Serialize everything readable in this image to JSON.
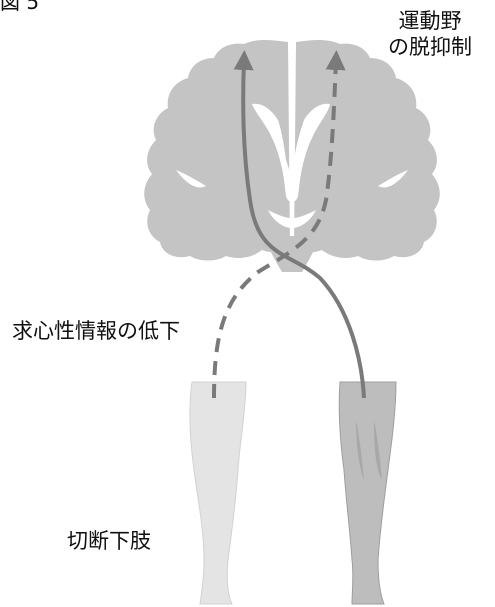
{
  "figure_label": "図 5",
  "labels": {
    "motor_disinhibition_line1": "運動野",
    "motor_disinhibition_line2": "の脱抑制",
    "reduced_afferent": "求心性情報の低下",
    "amputated_limb": "切断下肢"
  },
  "colors": {
    "brain": "#c4c4c4",
    "brain_interior": "#ffffff",
    "arrow": "#7a7a7a",
    "left_leg": "#e4e4e4",
    "right_leg": "#bdbdbd",
    "text": "#111111"
  },
  "arrows": [
    {
      "name": "solid-pathway",
      "style": "solid"
    },
    {
      "name": "dashed-pathway",
      "style": "dashed"
    }
  ]
}
